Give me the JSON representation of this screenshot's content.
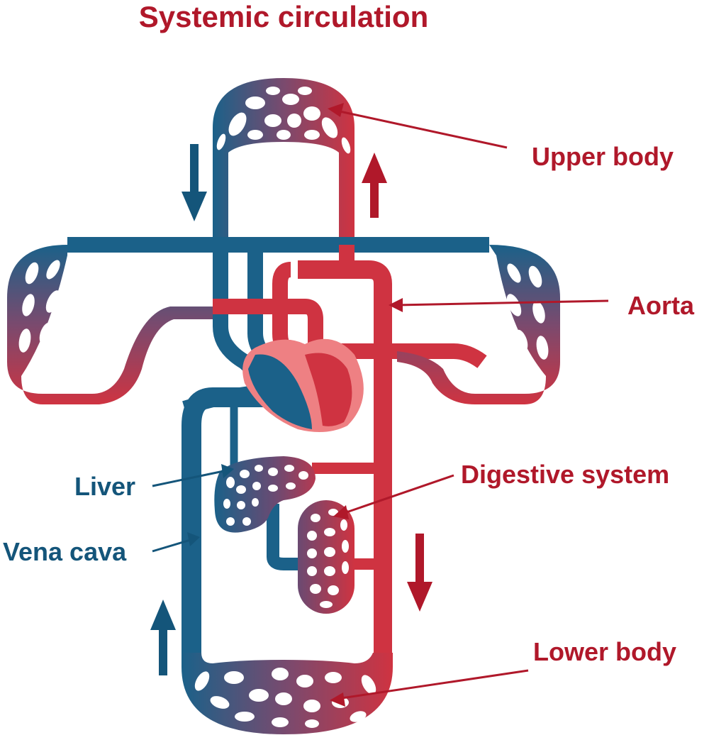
{
  "title": "Systemic circulation",
  "colors": {
    "artery": "#cf3341",
    "vein": "#1b6189",
    "heart_muscle": "#ee8083",
    "label_red": "#b0182a",
    "label_blue": "#14557a"
  },
  "labels": {
    "upper_body": "Upper body",
    "aorta": "Aorta",
    "digestive_system": "Digestive system",
    "lower_body": "Lower body",
    "liver": "Liver",
    "vena_cava": "Vena cava"
  },
  "flow_arrows": [
    {
      "name": "upper-left",
      "direction": "down",
      "vessel": "vein"
    },
    {
      "name": "upper-right",
      "direction": "up",
      "vessel": "artery"
    },
    {
      "name": "lower-left",
      "direction": "up",
      "vessel": "vein"
    },
    {
      "name": "lower-right",
      "direction": "down",
      "vessel": "artery"
    }
  ]
}
